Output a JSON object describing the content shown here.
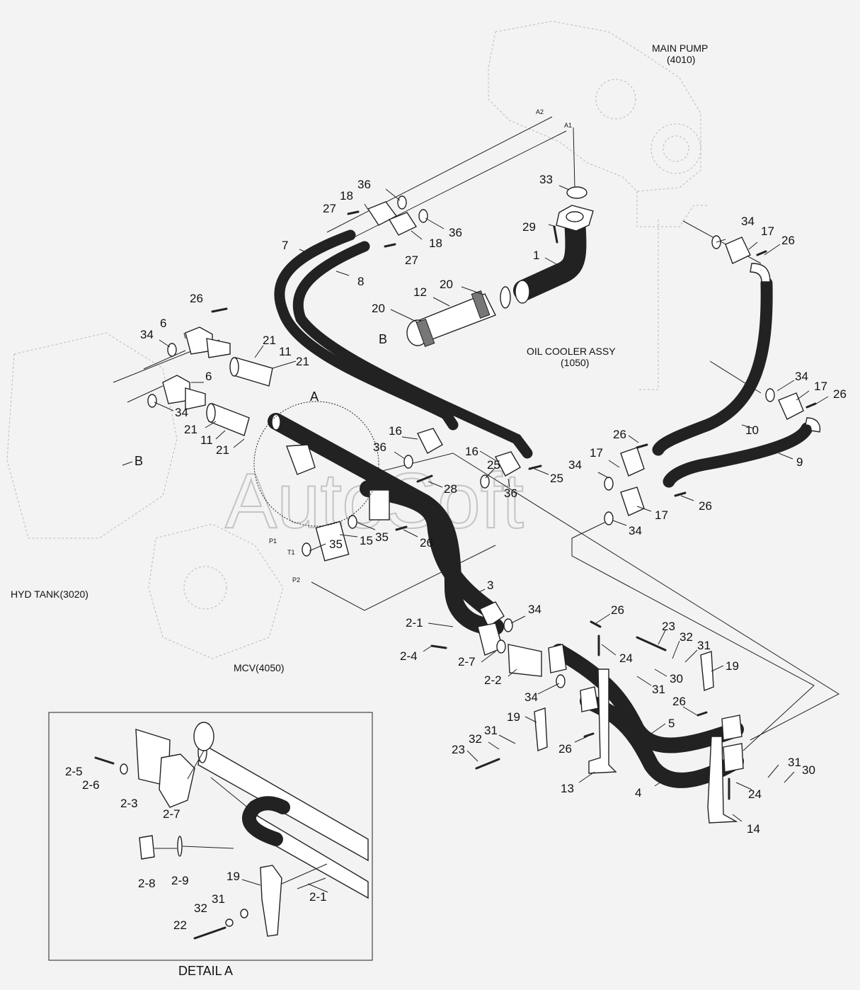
{
  "title_labels": {
    "main_pump": "MAIN PUMP",
    "main_pump_code": "(4010)",
    "oil_cooler": "OIL COOLER ASSY",
    "oil_cooler_code": "(1050)",
    "hyd_tank": "HYD TANK(3020)",
    "mcv": "MCV(4050)",
    "detail": "DETAIL A",
    "watermark": "AutoSoft"
  },
  "ports": {
    "a1": "A1",
    "a2": "A2",
    "p1": "P1",
    "p2": "P2",
    "t1": "T1"
  },
  "view_labels": {
    "a": "A",
    "b_top": "B",
    "b_left": "B"
  },
  "callouts": {
    "c1": "1",
    "c3": "3",
    "c4": "4",
    "c5": "5",
    "c6a": "6",
    "c6b": "6",
    "c7": "7",
    "c8": "8",
    "c9": "9",
    "c10": "10",
    "c11a": "11",
    "c11b": "11",
    "c12": "12",
    "c13": "13",
    "c14": "14",
    "c15": "15",
    "c16a": "16",
    "c16b": "16",
    "c17a": "17",
    "c17b": "17",
    "c17c": "17",
    "c17d": "17",
    "c18a": "18",
    "c18b": "18",
    "c19a": "19",
    "c19b": "19",
    "c20a": "20",
    "c20b": "20",
    "c21a": "21",
    "c21b": "21",
    "c21c": "21",
    "c21d": "21",
    "c23a": "23",
    "c23b": "23",
    "c24a": "24",
    "c24b": "24",
    "c25a": "25",
    "c25b": "25",
    "c26a": "26",
    "c26b": "26",
    "c26c": "26",
    "c26d": "26",
    "c26e": "26",
    "c26f": "26",
    "c26g": "26",
    "c26h": "26",
    "c27a": "27",
    "c27b": "27",
    "c28": "28",
    "c29": "29",
    "c30a": "30",
    "c30b": "30",
    "c31a": "31",
    "c31b": "31",
    "c31c": "31",
    "c31d": "31",
    "c32a": "32",
    "c32b": "32",
    "c33": "33",
    "c34a": "34",
    "c34b": "34",
    "c34c": "34",
    "c34d": "34",
    "c34e": "34",
    "c34f": "34",
    "c34g": "34",
    "c34h": "34",
    "c35a": "35",
    "c35b": "35",
    "c36a": "36",
    "c36b": "36",
    "c36c": "36",
    "c36d": "36",
    "c2_1": "2-1",
    "c2_2": "2-2",
    "c2_4": "2-4",
    "c2_7": "2-7"
  },
  "detail_callouts": {
    "d2_5": "2-5",
    "d2_6": "2-6",
    "d2_3": "2-3",
    "d2_7": "2-7",
    "d2_8": "2-8",
    "d2_9": "2-9",
    "d19": "19",
    "d31": "31",
    "d32": "32",
    "d22": "22",
    "d2_1": "2-1"
  }
}
